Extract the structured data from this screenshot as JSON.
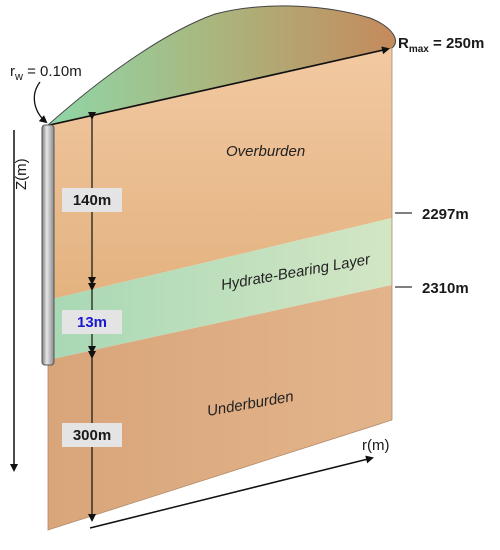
{
  "well_radius": {
    "prefix": "r",
    "sub": "w",
    "suffix": " = 0.10m"
  },
  "rmax": {
    "prefix": "R",
    "sub": "max",
    "suffix": " = 250m"
  },
  "axis_z": "Z(m)",
  "axis_r": "r(m)",
  "layers": {
    "overburden": "Overburden",
    "hydrate": "Hydrate-Bearing Layer",
    "underburden": "Underburden"
  },
  "thickness": {
    "top": "140m",
    "hydrate": "13m",
    "bottom": "300m"
  },
  "depths": {
    "top": "2297m",
    "bottom": "2310m"
  },
  "colors": {
    "hydrate_thickness_text": "#1a1acc",
    "hydrate_band": "#b8dcc0",
    "sediment": "#d9a57a"
  }
}
